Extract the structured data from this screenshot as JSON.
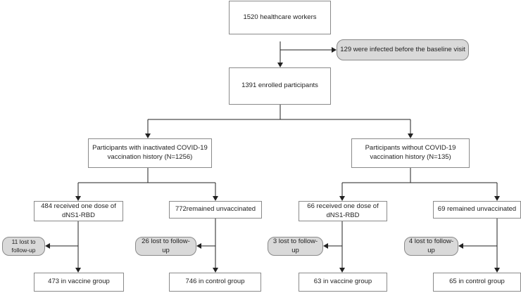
{
  "nodes": {
    "total": "1520 healthcare workers",
    "excluded": "129 were infected before the baseline visit",
    "enrolled": "1391 enrolled participants",
    "with_history": "Participants with inactivated COVID-19 vaccination history (N=1256)",
    "without_history": "Participants without COVID-19 vaccination history (N=135)",
    "with_vaccine": "484 received one dose of dNS1-RBD",
    "with_unvaccinated": "772remained unvaccinated",
    "without_vaccine": "66 received one dose of dNS1-RBD",
    "without_unvaccinated": "69 remained unvaccinated",
    "lost_1": "11 lost to follow-up",
    "lost_2": "26 lost to follow-up",
    "lost_3": "3 lost to follow-up",
    "lost_4": "4 lost to follow-up",
    "final_1": "473 in vaccine group",
    "final_2": "746 in control group",
    "final_3": "63 in vaccine group",
    "final_4": "65 in control group"
  },
  "colors": {
    "box_border": "#8a8a8a",
    "pill_fill": "#d9d9d9",
    "arrow": "#222222"
  }
}
